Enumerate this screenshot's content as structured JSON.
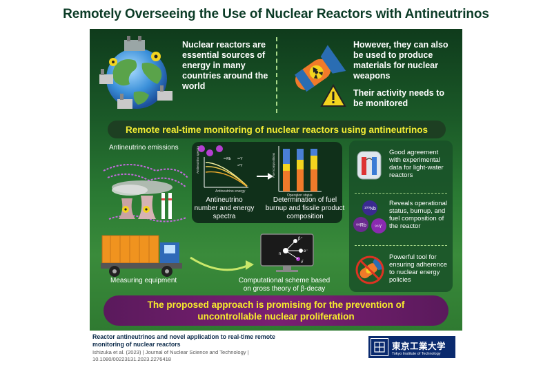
{
  "title": "Remotely Overseeing the Use of Nuclear Reactors with Antineutrinos",
  "top": {
    "left_text": "Nuclear reactors are essential sources of energy in many countries around the world",
    "right_text": "However, they can also be used to produce materials for nuclear weapons",
    "right_text2": "Their activity needs to be monitored"
  },
  "banner1": "Remote real-time monitoring of nuclear reactors using antineutrinos",
  "middle": {
    "emissions_label": "Antineutrino emissions",
    "spectra_label": "Antineutrino number and energy spectra",
    "composition_label": "Determination of fuel burnup and fissile product composition",
    "chart_small_labels": {
      "y_left": "Antineutrino spectra",
      "x_left": "Antineutrino energy",
      "y_right": "Fuel compositions",
      "x_right": "Operation status",
      "iso_rb": "⁸⁸Rb",
      "iso_y1": "⁹⁶Y",
      "iso_y2": "⁹⁰Y"
    },
    "measuring_label": "Measuring equipment",
    "computational_label": "Computational scheme based on gross theory of β-decay",
    "monitor_symbols": {
      "beta": "β⁺",
      "e": "e⁻",
      "n": "n",
      "nu": "ν̄"
    }
  },
  "right_column": {
    "items": [
      {
        "text": "Good agreement with experimental data for light-water reactors",
        "icon": "reactor-icon"
      },
      {
        "text": "Reveals operational status, burnup, and fuel composition of the reactor",
        "icon": "isotopes-icon",
        "isotopes": [
          "¹⁰⁰Nb",
          "⁸⁸Rb",
          "⁹⁶Y"
        ]
      },
      {
        "text": "Powerful tool for ensuring adherence to nuclear energy policies",
        "icon": "no-bomb-icon"
      }
    ]
  },
  "banner2": "The proposed approach is promising for the prevention of uncontrollable nuclear proliferation",
  "footer": {
    "paper_title": "Reactor antineutrinos and novel application to real-time remote monitoring of nuclear reactors",
    "citation": "Ishizuka et al. (2023) | Journal of Nuclear Science and Technology | 10.1080/00223131.2023.2276418",
    "logo_jp": "東京工業大学",
    "logo_en": "Tokyo Institute of Technology"
  },
  "colors": {
    "title": "#0b3b26",
    "panel_dark": "#0f3b1c",
    "panel_light": "#3a8b3b",
    "banner_yellow": "#f5ee34",
    "banner2_bg": "#7a1f72",
    "logo_bg": "#0a2a6e"
  }
}
